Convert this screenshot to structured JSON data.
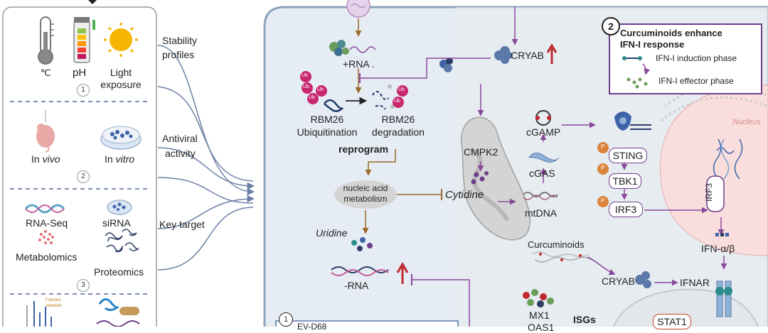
{
  "left_panel": {
    "stability": {
      "temp_symbol": "℃",
      "ph": "pH",
      "light_line1": "Light",
      "light_line2": "exposure",
      "step": "1"
    },
    "activity": {
      "in_vivo_prefix": "In ",
      "in_vivo_em": "vivo",
      "in_vitro_prefix": "In ",
      "in_vitro_em": "vitro",
      "step": "2"
    },
    "target": {
      "rna_seq": "RNA-Seq",
      "sirna": "siRNA",
      "metabolomics": "Metabolomics",
      "proteomics": "Proteomics",
      "step": "3"
    },
    "chart_note_1": "Fraction",
    "chart_note_2": "selected"
  },
  "arrow_labels": {
    "stability_line1": "Stability",
    "stability_line2": "profiles",
    "antiviral_line1": "Antiviral",
    "antiviral_line2": "activity",
    "key_target": "Key target"
  },
  "cell": {
    "rna_plus": "+RNA .",
    "cryab_top": "CRYAB",
    "ub": "Ub",
    "rbm26_ubi_line1": "RBM26",
    "rbm26_ubi_line2": "Ubiquitination",
    "rbm26_deg_line1": "RBM26",
    "rbm26_deg_line2": "degradation",
    "reprogram": "reprogram",
    "nucleic_line1": "nucleic acid",
    "nucleic_line2": "metabolism",
    "uridine": "Uridine",
    "rna_minus": "-RNA",
    "cmpk2": "CMPK2",
    "cytidine": "Cytidine",
    "mtdna": "mtDNA",
    "cgamp": "cGAMP",
    "cgas": "cGAS",
    "p": "P",
    "sting": "STING",
    "tbk1": "TBK1",
    "irf3": "IRF3",
    "irf3_vertical": "IRF3",
    "nucleus": "Nucleus",
    "ifn": "IFN-α/β",
    "curcuminoids": "Curcuminoids",
    "cryab_lower": "CRYAB",
    "ifnar": "IFNAR",
    "mx1": "MX1",
    "oas1": "OAS1",
    "isgs": "ISGs",
    "stat1": "STAT1",
    "box1_number": "1",
    "box1_text": "EV-D68"
  },
  "legend": {
    "number": "2",
    "title_line1": "Curcuminoids enhance",
    "title_line2": "IFN-I response",
    "induction": "IFN-I induction phase",
    "effector": "IFN-I effector phase"
  },
  "colors": {
    "purple": "#6e3f8c",
    "brown": "#9a6a2a",
    "red": "#c0282d",
    "cell_fill": "#e6ecf4",
    "cell_border": "#8ea3bd",
    "panel_border": "#9b9b9b",
    "dashed": "#7a90b0",
    "pink": "#c8266e",
    "teal": "#2e8b8b"
  }
}
